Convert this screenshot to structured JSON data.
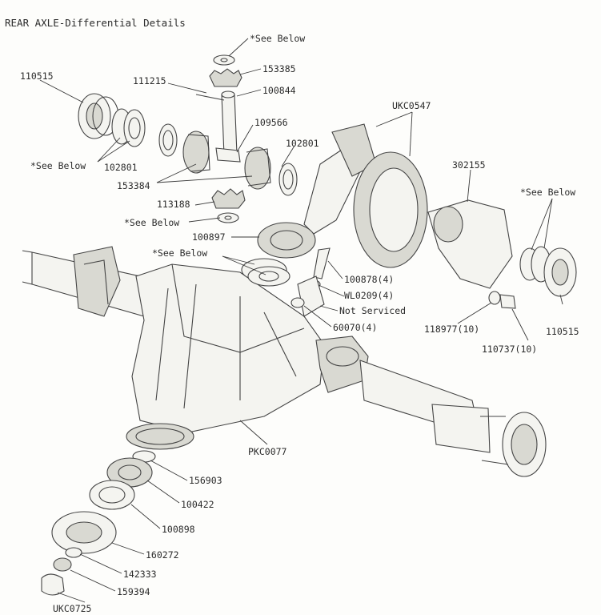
{
  "title": "REAR AXLE-Differential Details",
  "labels": {
    "see_below_top": "*See Below",
    "p153385": "153385",
    "p111215": "111215",
    "p100844": "100844",
    "p110515_left": "110515",
    "p109566": "109566",
    "ukc0547": "UKC0547",
    "p102801_right": "102801",
    "see_below_left": "*See Below",
    "p102801_left": "102801",
    "p153384": "153384",
    "p113188": "113188",
    "see_below_mid": "*See Below",
    "p302155": "302155",
    "see_below_right": "*See Below",
    "p100897": "100897",
    "see_below_center": "*See Below",
    "p100878": "100878(4)",
    "wl0209": "WL0209(4)",
    "not_serviced": "Not Serviced",
    "p60070": "60070(4)",
    "p118977": "118977(10)",
    "p110515_right": "110515",
    "p110737": "110737(10)",
    "pkc0077": "PKC0077",
    "p156903": "156903",
    "p100422": "100422",
    "p100898": "100898",
    "p160272": "160272",
    "p142333": "142333",
    "p159394": "159394",
    "ukc0725": "UKC0725"
  }
}
